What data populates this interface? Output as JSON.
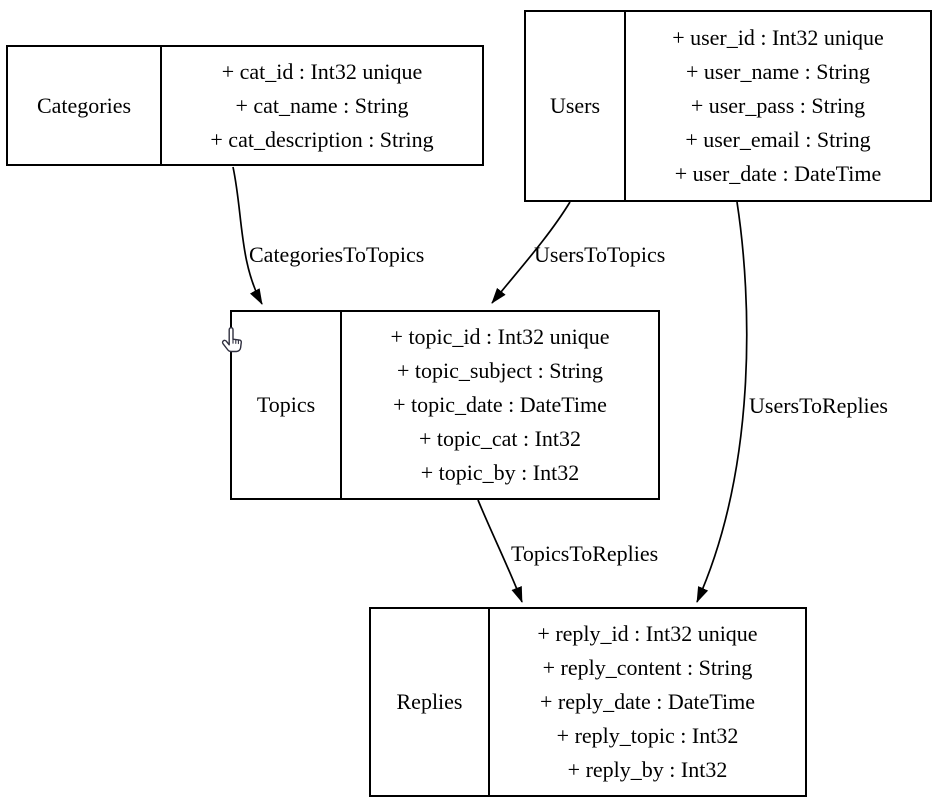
{
  "diagram": {
    "type": "entity-relationship",
    "colors": {
      "background": "#ffffff",
      "line": "#000000",
      "text": "#000000",
      "cursor_fill": "#ffffff",
      "cursor_outline": "#2f2f3f"
    }
  },
  "entities": [
    {
      "name": "Categories",
      "attributes": [
        "+ cat_id : Int32 unique",
        "+ cat_name : String",
        "+ cat_description : String"
      ]
    },
    {
      "name": "Users",
      "attributes": [
        "+ user_id : Int32 unique",
        "+ user_name : String",
        "+ user_pass : String",
        "+ user_email : String",
        "+ user_date : DateTime"
      ]
    },
    {
      "name": "Topics",
      "attributes": [
        "+ topic_id : Int32 unique",
        "+ topic_subject : String",
        "+ topic_date : DateTime",
        "+ topic_cat : Int32",
        "+ topic_by : Int32"
      ]
    },
    {
      "name": "Replies",
      "attributes": [
        "+ reply_id : Int32 unique",
        "+ reply_content : String",
        "+ reply_date : DateTime",
        "+ reply_topic : Int32",
        "+ reply_by : Int32"
      ]
    }
  ],
  "relationships": [
    {
      "label": "CategoriesToTopics",
      "from": "Categories",
      "to": "Topics"
    },
    {
      "label": "UsersToTopics",
      "from": "Users",
      "to": "Topics"
    },
    {
      "label": "UsersToReplies",
      "from": "Users",
      "to": "Replies"
    },
    {
      "label": "TopicsToReplies",
      "from": "Topics",
      "to": "Replies"
    }
  ],
  "cursor": {
    "icon": "hand-pointer-icon"
  }
}
